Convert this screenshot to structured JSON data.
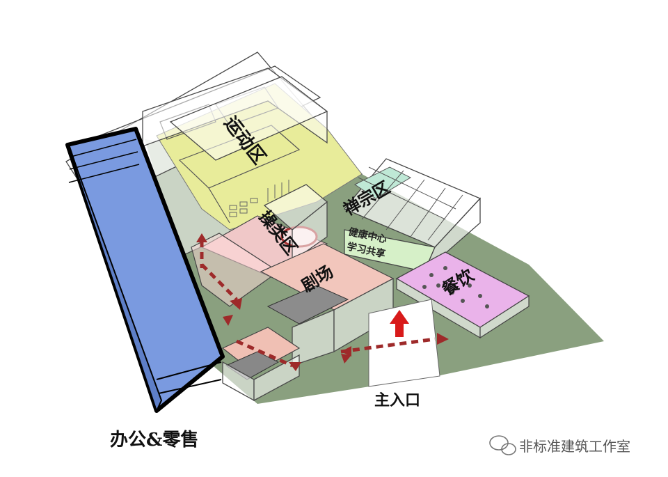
{
  "labels": {
    "sports_zone": "运动区",
    "leisure_zone": "禅宗区",
    "health_center": "健康中心",
    "learning_share": "学习共享",
    "class_zone": "操类区",
    "theater": "剧场",
    "dining": "餐饮",
    "main_entrance": "主入口",
    "office_retail": "办公&零售"
  },
  "watermark": {
    "icon": "wechat-icon",
    "text": "非标准建筑工作室"
  },
  "colors": {
    "ground": "#8aa07f",
    "tower": "#7a9ae0",
    "sports": "#e8ec9a",
    "leisure_top": "#bfe8d6",
    "leisure_bottom": "#d6f0c8",
    "dining": "#eab3ea",
    "theater_floor": "#f2c6bc",
    "class_floor": "#f0c8c8",
    "arrow": "#9e2a2a",
    "arrow_main": "#d81a1a"
  }
}
